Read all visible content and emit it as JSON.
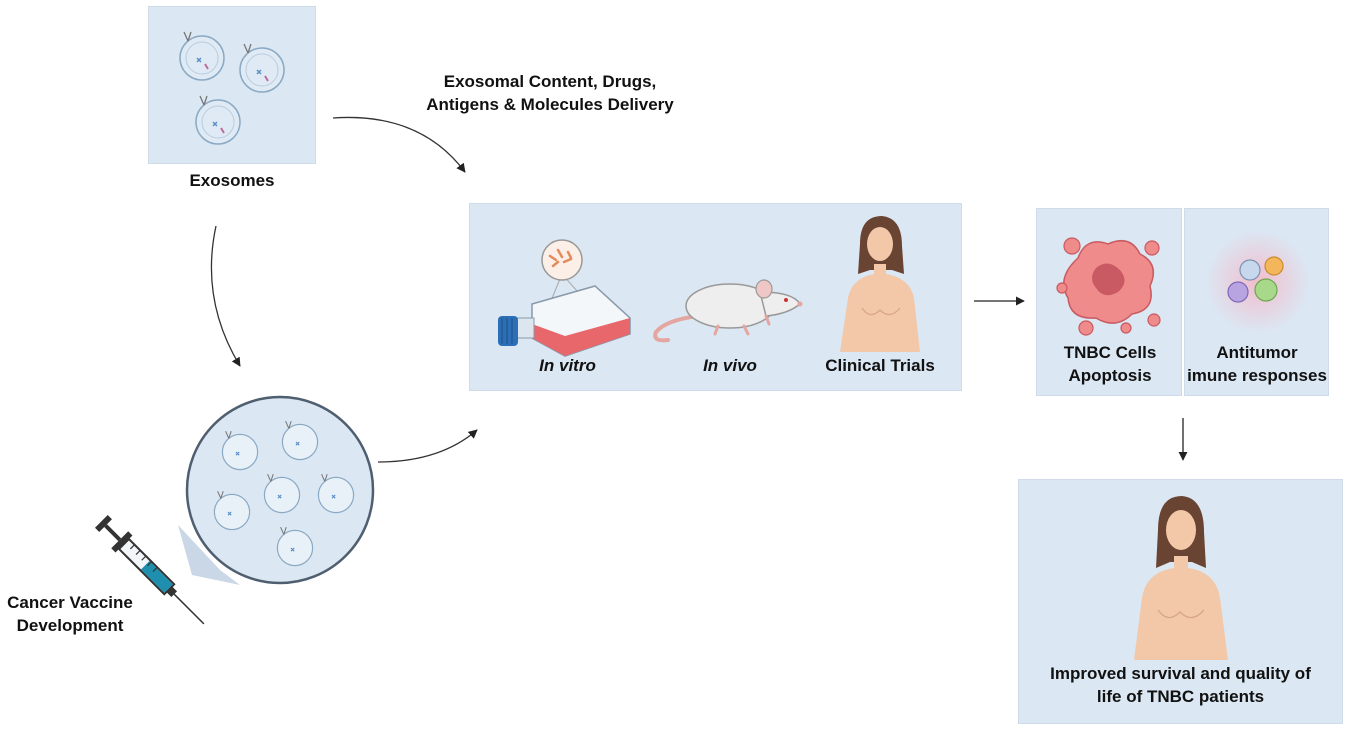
{
  "labels": {
    "exosomes": "Exosomes",
    "delivery_line1": "Exosomal Content, Drugs,",
    "delivery_line2": "Antigens & Molecules Delivery",
    "in_vitro": "In vitro",
    "in_vivo": "In vivo",
    "clinical_trials": "Clinical Trials",
    "tnbc_line1": "TNBC Cells",
    "tnbc_line2": "Apoptosis",
    "antitumor_line1": "Antitumor",
    "antitumor_line2": "imune responses",
    "vaccine_line1": "Cancer Vaccine",
    "vaccine_line2": "Development",
    "outcome_line1": "Improved survival and quality of",
    "outcome_line2": "life of TNBC patients"
  },
  "colors": {
    "panel": "#dbe7f3",
    "vesicle": "#dfeaf4",
    "tumor": "#f08b8b",
    "skin": "#f2c8a8",
    "hair": "#6a4432",
    "flask_medium": "#e8676a",
    "flask_cap": "#2c6fb7"
  }
}
